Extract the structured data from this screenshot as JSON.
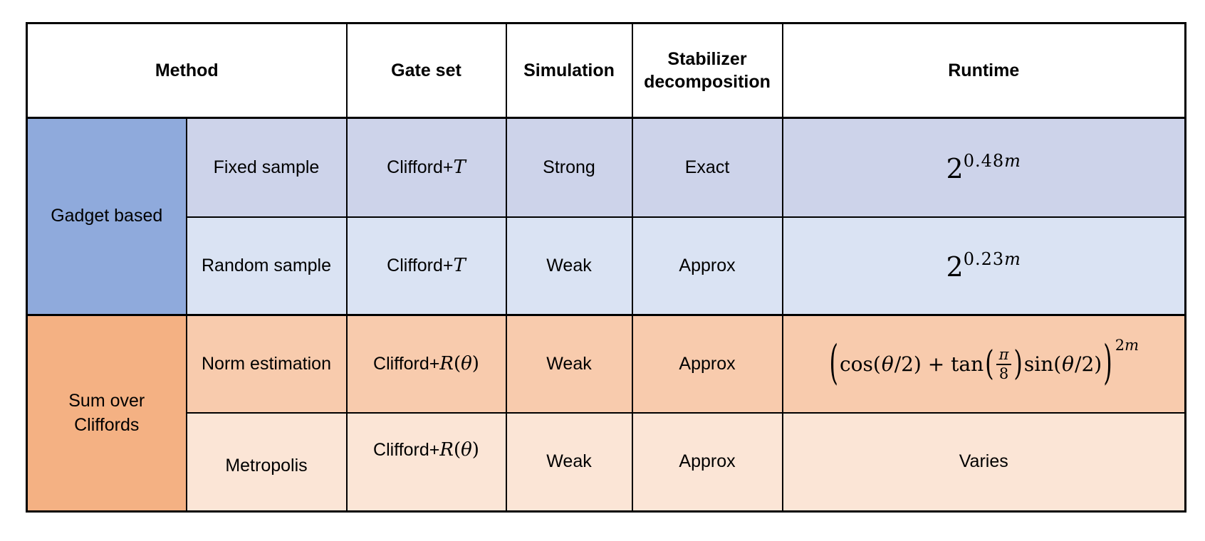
{
  "header": {
    "method": "Method",
    "gate_set": "Gate set",
    "simulation": "Simulation",
    "stabilizer_line1": "Stabilizer",
    "stabilizer_line2": "decomposition",
    "runtime": "Runtime"
  },
  "groups": {
    "gadget_based": "Gadget based",
    "sum_over_line1": "Sum over",
    "sum_over_line2": "Cliffords"
  },
  "rows": [
    {
      "method": "Fixed sample",
      "gate_pre": "Clifford+",
      "gate_math": "T",
      "simulation": "Strong",
      "stabilizer": "Exact",
      "runtime_base": "2",
      "runtime_exp_num": "0.48",
      "runtime_exp_var": "m"
    },
    {
      "method": "Random sample",
      "gate_pre": "Clifford+",
      "gate_math": "T",
      "simulation": "Weak",
      "stabilizer": "Approx",
      "runtime_base": "2",
      "runtime_exp_num": "0.23",
      "runtime_exp_var": "m"
    },
    {
      "method": "Norm estimation",
      "gate_pre": "Clifford+",
      "gate_r": "R",
      "gate_lp": "(",
      "gate_theta": "θ",
      "gate_rp": ")",
      "simulation": "Weak",
      "stabilizer": "Approx",
      "runtime_formula": {
        "open_paren": "(",
        "cos": "cos(",
        "theta1": "θ",
        "mid": "/2) + tan",
        "inner_open": "(",
        "frac_num": "π",
        "frac_den": "8",
        "inner_close": ")",
        "sin": "sin(",
        "theta2": "θ",
        "tail": "/2)",
        "close_paren": ")",
        "exp_num": "2",
        "exp_var": "m"
      }
    },
    {
      "method": "Metropolis",
      "gate_pre": "Clifford+",
      "gate_r": "R",
      "gate_lp": "(",
      "gate_theta": "θ",
      "gate_rp": ")",
      "simulation": "Weak",
      "stabilizer": "Approx",
      "runtime_text": "Varies"
    }
  ],
  "colors": {
    "group_blue": "#8FAADC",
    "row_blue_1": "#CDD3EA",
    "row_blue_2": "#DAE3F3",
    "group_orange": "#F4B183",
    "row_orange_1": "#F8CBAD",
    "row_orange_2": "#FBE5D6",
    "border": "#000000",
    "background": "#FFFFFF"
  }
}
